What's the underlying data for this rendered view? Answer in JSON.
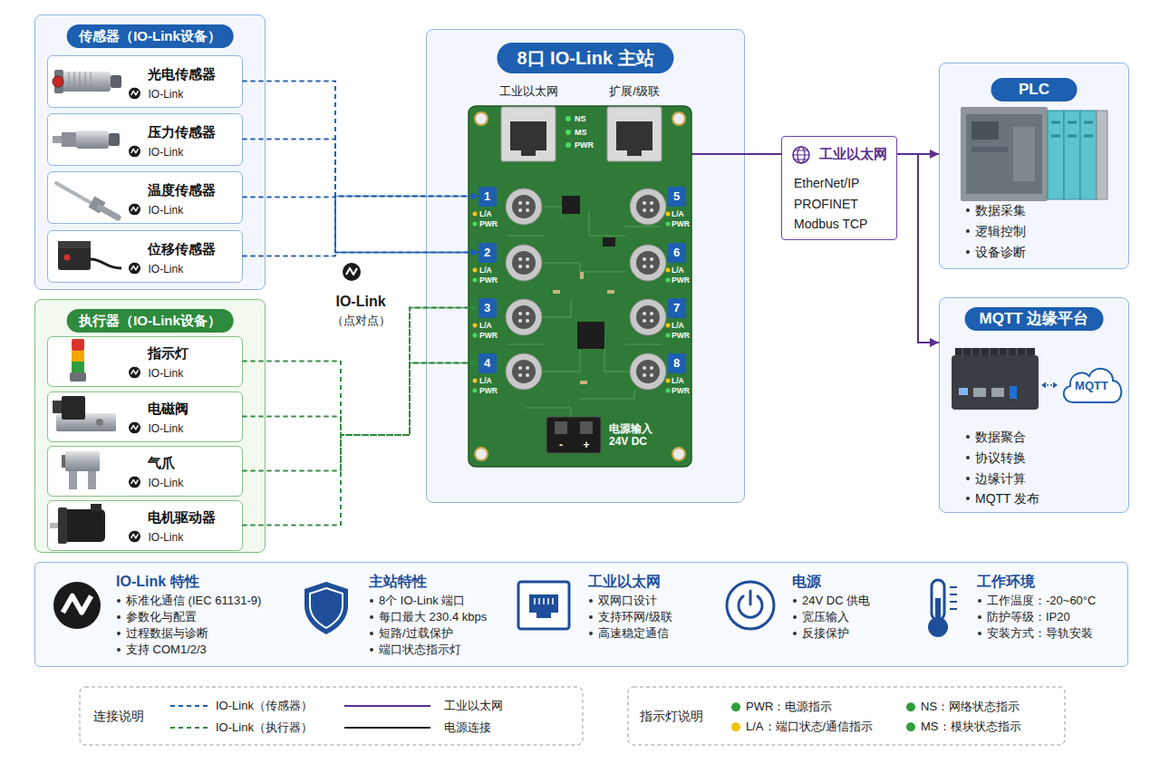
{
  "diagram": {
    "nodes": [
      {
        "text": [
          "传感器（IO-Link设备）"
        ]
      },
      {
        "text": [
          "光电传感器",
          "IO-Link"
        ],
        "in": 0
      },
      {
        "text": [
          "压力传感器",
          "IO-Link"
        ],
        "in": 0
      },
      {
        "text": [
          "温度传感器",
          "IO-Link"
        ],
        "in": 0
      },
      {
        "text": [
          "位移传感器",
          "IO-Link"
        ],
        "in": 0
      },
      {
        "text": [
          "执行器（IO-Link设备）"
        ]
      },
      {
        "text": [
          "指示灯",
          "IO-Link"
        ],
        "in": 5
      },
      {
        "text": [
          "电磁阀",
          "IO-Link"
        ],
        "in": 5
      },
      {
        "text": [
          "气爪",
          "IO-Link"
        ],
        "in": 5
      },
      {
        "text": [
          "电机驱动器",
          "IO-Link"
        ],
        "in": 5
      },
      {
        "text": [
          "8口 IO-Link 主站"
        ]
      },
      {
        "text": [
          "1"
        ],
        "in": 10
      },
      {
        "text": [
          "2"
        ],
        "in": 10
      },
      {
        "text": [
          "3"
        ],
        "in": 10
      },
      {
        "text": [
          "4"
        ],
        "in": 10
      },
      {
        "text": [
          "5"
        ],
        "in": 10
      },
      {
        "text": [
          "6"
        ],
        "in": 10
      },
      {
        "text": [
          "7"
        ],
        "in": 10
      },
      {
        "text": [
          "8"
        ],
        "in": 10
      },
      {
        "text": [
          "工业以太网",
          "EtherNet/IP",
          "PROFINET",
          "Modbus TCP"
        ]
      },
      {
        "text": [
          "PLC",
          "数据采集",
          "逻辑控制",
          "设备诊断"
        ]
      },
      {
        "text": [
          "MQTT 边缘平台",
          "数据聚合",
          "协议转换",
          "边缘计算",
          "MQTT 发布"
        ]
      },
      {
        "text": [
          "MQTT"
        ],
        "in": 21
      },
      {
        "text": [
          "IO-Link 特性",
          "标准化通信 (IEC 61131-9)",
          "参数化与配置",
          "过程数据与诊断",
          "支持 COM1/2/3",
          "主站特性",
          "8个 IO-Link 端口",
          "每口最大 230.4 kbps",
          "短路/过载保护",
          "端口状态指示灯",
          "工业以太网",
          "双网口设计",
          "支持环网/级联",
          "高速稳定通信",
          "电源",
          "24V DC 供电",
          "宽压输入",
          "反接保护",
          "工作环境",
          "工作温度：-20~60°C",
          "防护等级：IP20",
          "安装方式：导轨安装"
        ]
      }
    ],
    "edges": [
      {
        "from": 1,
        "to": 11,
        "arrow": "to"
      },
      {
        "from": 1,
        "to": 12,
        "arrow": "to"
      },
      {
        "from": 2,
        "to": 11,
        "arrow": "to"
      },
      {
        "from": 2,
        "to": 12,
        "arrow": "to"
      },
      {
        "from": 3,
        "to": 11,
        "arrow": "to"
      },
      {
        "from": 3,
        "to": 12,
        "arrow": "to"
      },
      {
        "from": 4,
        "to": 11,
        "arrow": "to"
      },
      {
        "from": 4,
        "to": 12,
        "arrow": "to"
      },
      {
        "from": 6,
        "to": 13,
        "arrow": "to"
      },
      {
        "from": 6,
        "to": 14,
        "arrow": "to"
      },
      {
        "from": 7,
        "to": 13,
        "arrow": "to"
      },
      {
        "from": 7,
        "to": 14,
        "arrow": "to"
      },
      {
        "from": 8,
        "to": 13,
        "arrow": "to"
      },
      {
        "from": 8,
        "to": 14,
        "arrow": "to"
      },
      {
        "from": 9,
        "to": 13,
        "arrow": "to"
      },
      {
        "from": 9,
        "to": 14,
        "arrow": "to"
      },
      {
        "from": 10,
        "to": 19,
        "arrow": "none"
      },
      {
        "from": 19,
        "to": 20,
        "arrow": "to"
      },
      {
        "from": 19,
        "to": 21,
        "arrow": "to"
      }
    ],
    "labels": [
      "IO-Link",
      "（点对点）",
      "工业以太网",
      "扩展/级联",
      "NS",
      "MS",
      "PWR",
      "L/A",
      "PWR",
      "L/A",
      "PWR",
      "L/A",
      "PWR",
      "L/A",
      "PWR",
      "L/A",
      "PWR",
      "L/A",
      "PWR",
      "L/A",
      "PWR",
      "L/A",
      "PWR",
      "电源输入 24V DC",
      "-",
      "+",
      "连接说明",
      "指示灯说明"
    ],
    "legend": [
      {
        "text": "IO-Link（传感器）"
      },
      {
        "text": "IO-Link（执行器）"
      },
      {
        "text": "工业以太网"
      },
      {
        "text": "电源连接"
      },
      {
        "text": "PWR：电源指示",
        "color": "#2e9e3e"
      },
      {
        "text": "L/A：端口状态/通信指示",
        "color": "#f2c200"
      },
      {
        "text": "NS：网络状态指示",
        "color": "#2e9e3e"
      },
      {
        "text": "MS：模块状态指示",
        "color": "#2e9e3e"
      }
    ]
  }
}
